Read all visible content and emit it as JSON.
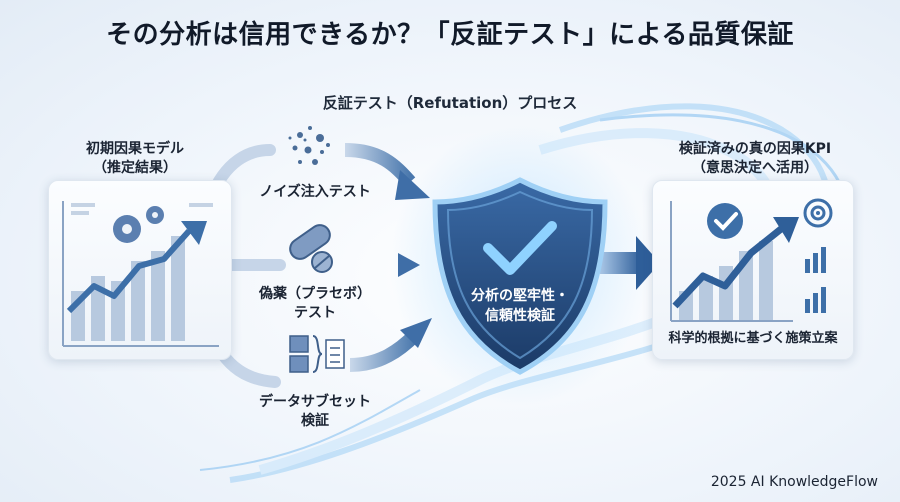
{
  "title": "その分析は信用できるか？「反証テスト」による品質保証",
  "process_label": "反証テスト（Refutation）プロセス",
  "left": {
    "line1": "初期因果モデル",
    "line2": "（推定結果）"
  },
  "tests": [
    {
      "line1": "ノイズ注入テスト",
      "line2": ""
    },
    {
      "line1": "偽薬（プラセボ）",
      "line2": "テスト"
    },
    {
      "line1": "データサブセット",
      "line2": "検証"
    }
  ],
  "shield": {
    "line1": "分析の堅牢性・",
    "line2": "信頼性検証"
  },
  "right": {
    "line1": "検証済みの真の因果KPI",
    "line2": "（意思決定へ活用）",
    "caption": "科学的根拠に基づく施策立案"
  },
  "footer": "2025 AI KnowledgeFlow",
  "colors": {
    "accent": "#3d6fa8",
    "shield_dark": "#1e3f6e",
    "glow": "#9fd0f5",
    "check": "#6fbdf0"
  }
}
